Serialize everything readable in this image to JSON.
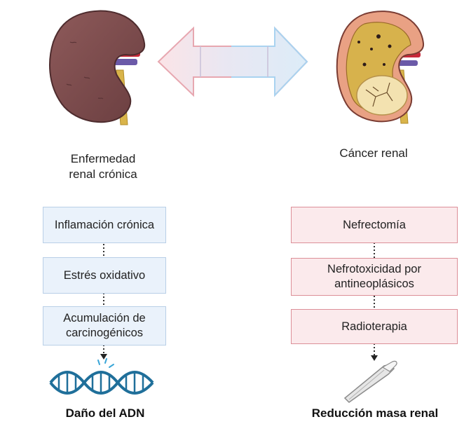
{
  "left": {
    "caption": "Enfermedad\nrenal crónica",
    "steps": [
      "Inflamación crónica",
      "Estrés oxidativo",
      "Acumulación de\ncarcinogénicos"
    ],
    "outcome": "Daño del ADN",
    "outcome_icon": "dna-icon"
  },
  "right": {
    "caption": "Cáncer renal",
    "steps": [
      "Nefrectomía",
      "Nefrotoxicidad por\nantineoplásicos",
      "Radioterapia"
    ],
    "outcome": "Reducción masa renal",
    "outcome_icon": "scalpel-icon"
  },
  "colors": {
    "left_box_fill": "#eaf2fb",
    "left_box_border": "#b9cfe7",
    "right_box_fill": "#fbeaec",
    "right_box_border": "#dc8f98",
    "arrow_left": "#f3b9c0",
    "arrow_right": "#a9d3f0"
  }
}
